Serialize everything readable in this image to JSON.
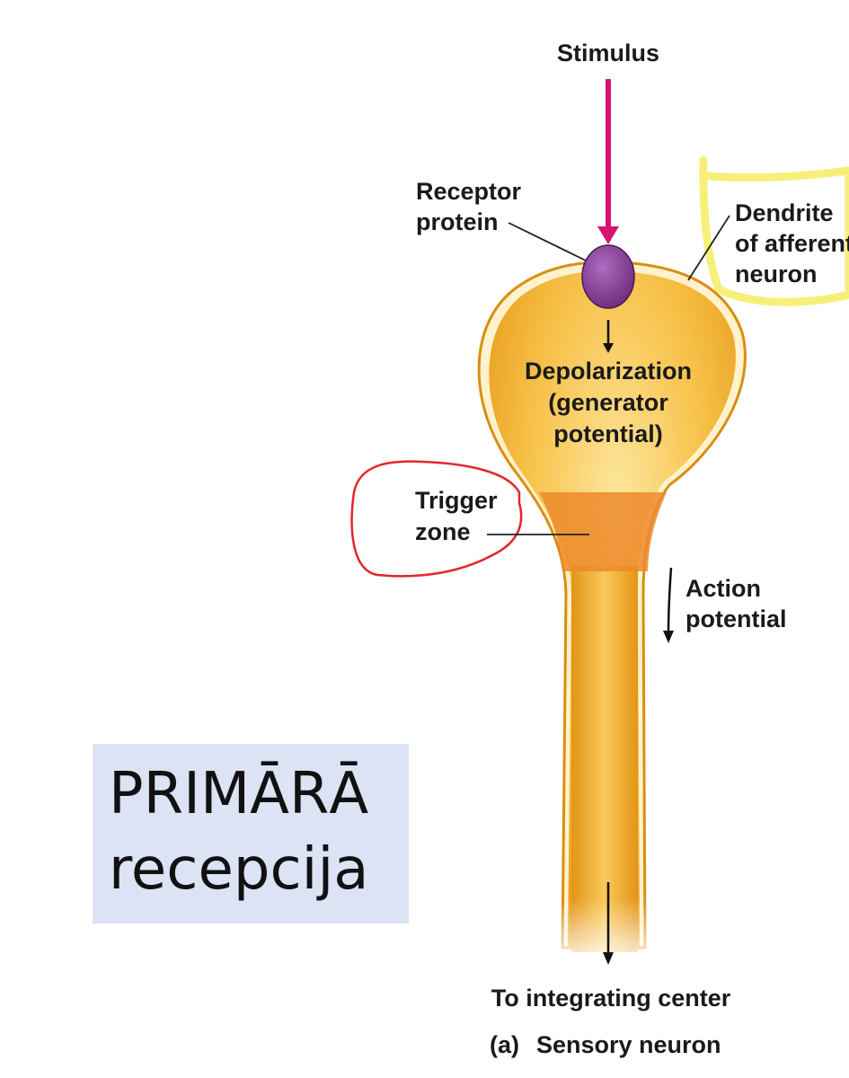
{
  "labels": {
    "stimulus": "Stimulus",
    "receptor_protein": [
      "Receptor",
      "protein"
    ],
    "dendrite": [
      "Dendrite",
      "of afferent",
      "neuron"
    ],
    "depolarization": [
      "Depolarization",
      "(generator",
      "potential)"
    ],
    "trigger_zone": [
      "Trigger",
      "zone"
    ],
    "action_potential": [
      "Action",
      "potential"
    ],
    "integrating_center": "To integrating center",
    "caption_prefix": "(a)",
    "caption": "Sensory neuron"
  },
  "callout": {
    "line1": "PRIMĀRĀ",
    "line2": "recepcija"
  },
  "colors": {
    "neuron_fill": "#f2ad1d",
    "neuron_light": "#fbd57a",
    "neuron_outline": "#d98e12",
    "trigger_zone": "#ec8a2a",
    "receptor": "#8a3f9a",
    "stimulus_arrow": "#d6136f",
    "highlight_yellow": "#f6f07a",
    "highlight_red": "#e3262a",
    "callout_bg": "#dbe3f4"
  }
}
